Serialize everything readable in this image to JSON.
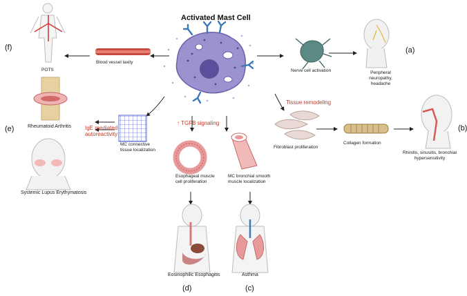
{
  "title": "Activated Mast Cell",
  "left_branch": {
    "blood_vessel": "Blood vessel laxity",
    "pots": "POTS",
    "letter": "(f)"
  },
  "right_branch": {
    "nerve": "Nerve cell activation",
    "neuropathy": "Peripheral neuropathy, headache",
    "letter": "(a)"
  },
  "tissue_remodeling": {
    "label": "Tissue remodeling",
    "fibroblast": "Fibroblast proliferaiton",
    "collagen": "Collagen formation",
    "airway": "Rhinitis, sinusitis, bronchial hypersensitivity",
    "letter": "(b)"
  },
  "autoreactivity": {
    "label_line1": "IgE mediated",
    "label_line2": "autoreactivity",
    "connective": "MC connective tissue localization",
    "ra": "Rheumatoid Arthritis",
    "sle": "Systemic Lupus Erythymatosis",
    "letter": "(e)"
  },
  "tgfb": {
    "label": "↑ TGFB signaling",
    "esophageal": "Esophageal muscle cell proliferation",
    "bronchial": "MC bronchial smooth muscle localization",
    "eoe": "Eosinophilic Esophagitis",
    "asthma": "Asthma",
    "letter_d": "(d)",
    "letter_c": "(c)"
  },
  "colors": {
    "accent_red": "#c0392b",
    "mast_cell": "#8e86c4",
    "fibroblast": "#e8d9d4",
    "tissue": "#e5a3a3"
  }
}
